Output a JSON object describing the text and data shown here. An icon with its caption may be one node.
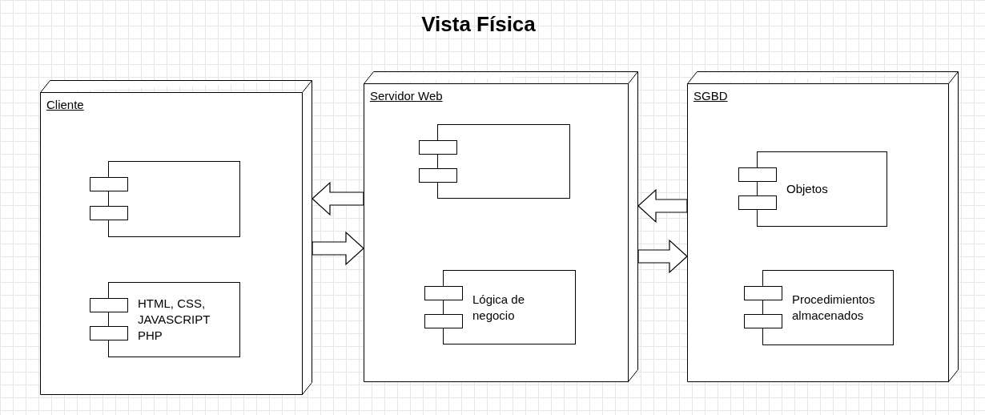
{
  "diagram": {
    "title": "Vista Física",
    "nodes": [
      {
        "text": [
          "Cliente"
        ]
      },
      {
        "text": [],
        "shape": "box",
        "in": 0
      },
      {
        "text": [
          "HTML, CSS, JAVASCRIPT PHP"
        ],
        "in": 0
      },
      {
        "text": [
          "Servidor Web"
        ]
      },
      {
        "text": [],
        "shape": "box",
        "in": 3
      },
      {
        "text": [
          "Lógica de negocio"
        ],
        "in": 3
      },
      {
        "text": [
          "SGBD"
        ]
      },
      {
        "text": [
          "Objetos"
        ],
        "in": 6
      },
      {
        "text": [
          "Procedimientos almacenados"
        ],
        "in": 6
      }
    ],
    "edges": [
      {
        "from": 3,
        "to": 0,
        "arrow": "to"
      },
      {
        "from": 0,
        "to": 3,
        "arrow": "to"
      },
      {
        "from": 6,
        "to": 3,
        "arrow": "to"
      },
      {
        "from": 3,
        "to": 6,
        "arrow": "to"
      }
    ]
  }
}
